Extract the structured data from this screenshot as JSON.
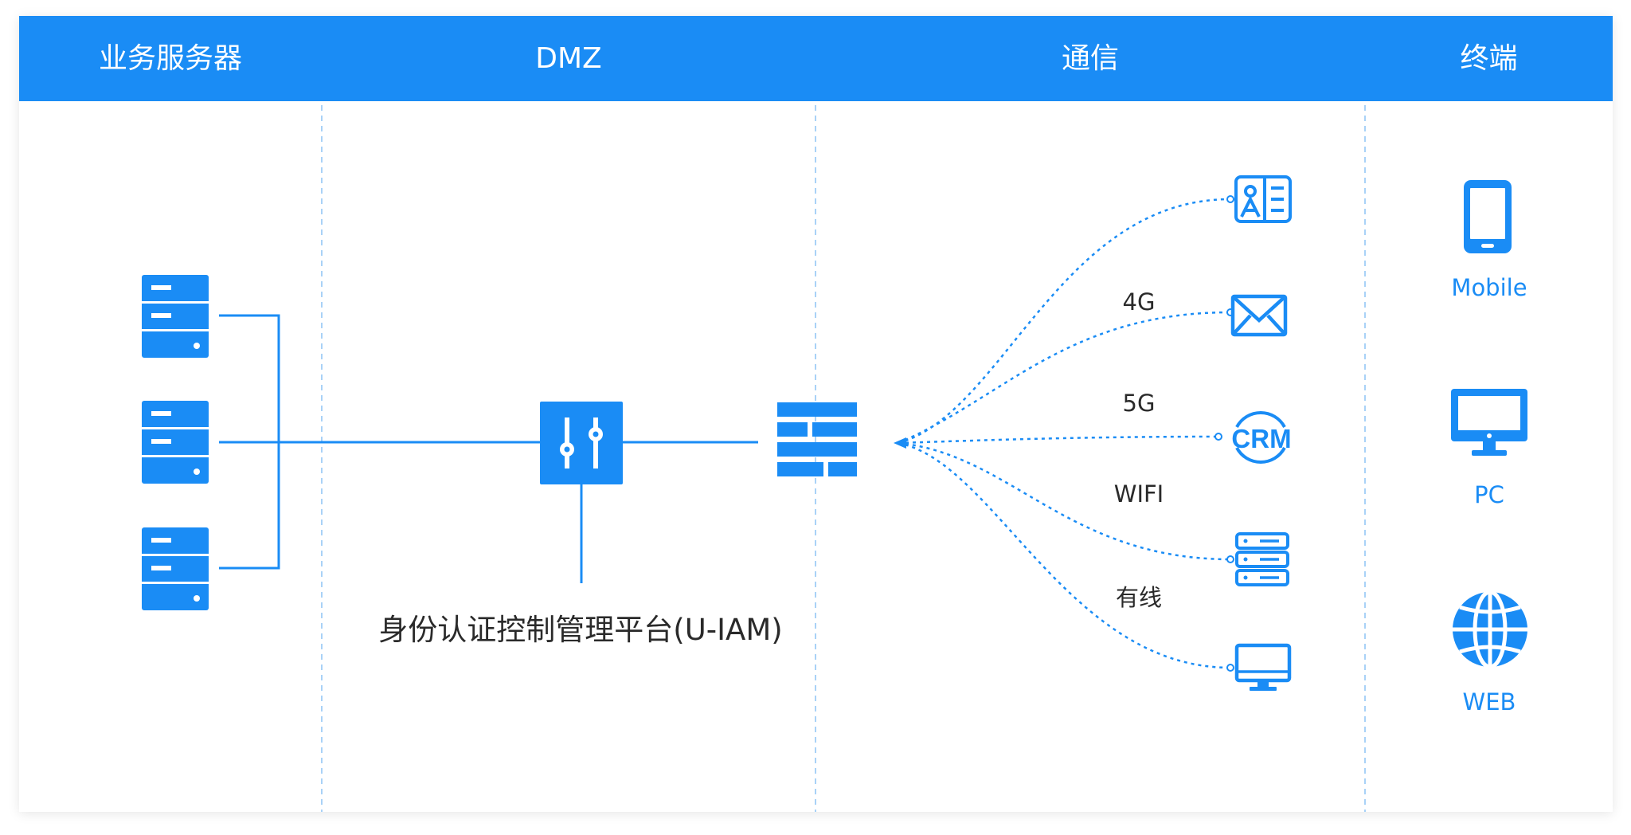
{
  "columns": [
    "业务服务器",
    "DMZ",
    "通信",
    "终端"
  ],
  "platform_label": "身份认证控制管理平台(U-IAM)",
  "channels": [
    "4G",
    "5G",
    "WIFI",
    "有线"
  ],
  "crm_text": "CRM",
  "terminals": [
    "Mobile",
    "PC",
    "WEB"
  ],
  "icons": {
    "servers": [
      "server-icon",
      "server-icon",
      "server-icon"
    ],
    "dmz": [
      "control-panel-icon",
      "firewall-icon"
    ],
    "apps": [
      "contact-card-icon",
      "mail-icon",
      "crm-icon",
      "server-rack-icon",
      "monitor-icon"
    ],
    "terminals": [
      "mobile-phone-icon",
      "pc-monitor-icon",
      "globe-icon"
    ]
  },
  "colors": {
    "header": "#1a8cf5",
    "accent": "#1a8cf5",
    "divider": "#a9d2f7",
    "text": "#2a2a2a"
  }
}
